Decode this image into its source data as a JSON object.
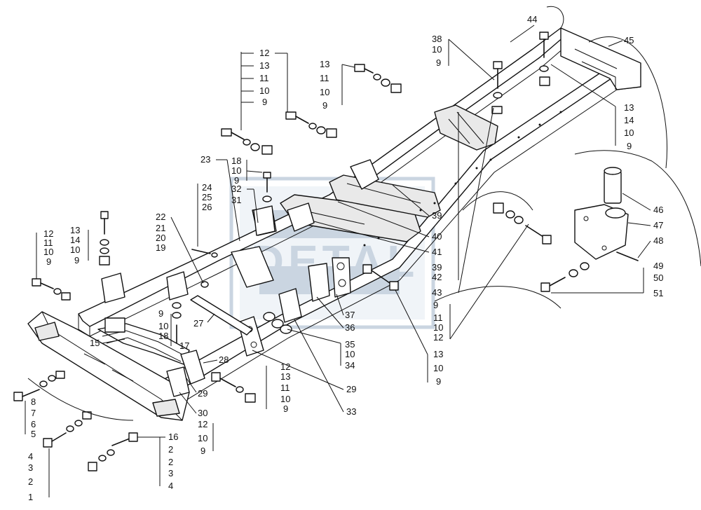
{
  "watermark": {
    "text": "DETAL",
    "color": "#9fb3c9"
  },
  "callouts": {
    "c44": "44",
    "c45": "45",
    "g38": [
      "38",
      "10",
      "9"
    ],
    "g12top": [
      "12",
      "13",
      "11",
      "10",
      "9"
    ],
    "g13top": [
      "13",
      "11",
      "10",
      "9"
    ],
    "g13right": [
      "13",
      "14",
      "10",
      "9"
    ],
    "g18": [
      "18",
      "10",
      "9"
    ],
    "c23": "23",
    "g24": [
      "24",
      "25",
      "26"
    ],
    "g32": [
      "32",
      "31"
    ],
    "g13left": [
      "13",
      "14",
      "10",
      "9"
    ],
    "g12left": [
      "12",
      "11",
      "10",
      "9"
    ],
    "g22": [
      "22",
      "21",
      "20",
      "19"
    ],
    "c46": "46",
    "c47": "47",
    "c48": "48",
    "g49": [
      "49",
      "50",
      "51"
    ],
    "g39": [
      "39",
      "40",
      "41",
      "39",
      "42",
      "43"
    ],
    "g9right": [
      "9",
      "11",
      "10",
      "12"
    ],
    "c37": "37",
    "c36": "36",
    "g35": [
      "35",
      "10",
      "34"
    ],
    "g13bottom": [
      "13",
      "10",
      "9"
    ],
    "c29a": "29",
    "c33": "33",
    "c29b": "29",
    "g12bottom": [
      "12",
      "13",
      "11",
      "10",
      "9"
    ],
    "c28": "28",
    "c27": "27",
    "g9mid": [
      "9",
      "10",
      "18",
      "17"
    ],
    "c15": "15",
    "c30": "30",
    "g8": [
      "8",
      "7",
      "6",
      "5"
    ],
    "g16": [
      "16",
      "12",
      "10",
      "9"
    ],
    "g4": [
      "4",
      "3",
      "2",
      "1"
    ],
    "g2": [
      "2",
      "2",
      "3",
      "4"
    ]
  }
}
